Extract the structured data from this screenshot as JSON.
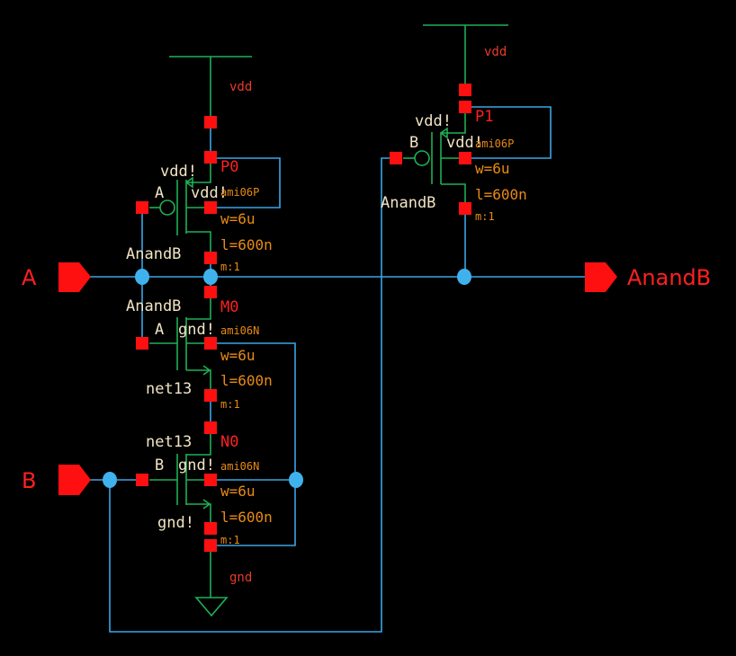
{
  "colors": {
    "background": "#000000",
    "wire": "#3aa6e6",
    "device": "#1fb055",
    "pin": "#ff1010",
    "text": "#f2e4c4",
    "param": "#e88a14"
  },
  "ports": {
    "input_a": "A",
    "input_b": "B",
    "output": "AnandB"
  },
  "supply": {
    "vdd_left": "vdd",
    "vdd_right": "vdd",
    "gnd": "gnd"
  },
  "devices": [
    {
      "name": "P0",
      "model": "ami06P",
      "w": "w=6u",
      "l": "l=600n",
      "m": "m:1",
      "gate": "A",
      "source_net": "vdd!",
      "bulk_net": "vdd!",
      "drain_net": "AnandB"
    },
    {
      "name": "M0",
      "model": "ami06N",
      "w": "w=6u",
      "l": "l=600n",
      "m": "m:1",
      "gate": "A",
      "drain_net": "AnandB",
      "bulk_net": "gnd!",
      "source_net": "net13"
    },
    {
      "name": "N0",
      "model": "ami06N",
      "w": "w=6u",
      "l": "l=600n",
      "m": "m:1",
      "gate": "B",
      "drain_net": "net13",
      "bulk_net": "gnd!",
      "source_net": "gnd!"
    },
    {
      "name": "P1",
      "model": "ami06P",
      "w": "w=6u",
      "l": "l=600n",
      "m": "m:1",
      "gate": "B",
      "source_net": "vdd!",
      "bulk_net": "vdd!",
      "drain_net": "AnandB"
    }
  ]
}
